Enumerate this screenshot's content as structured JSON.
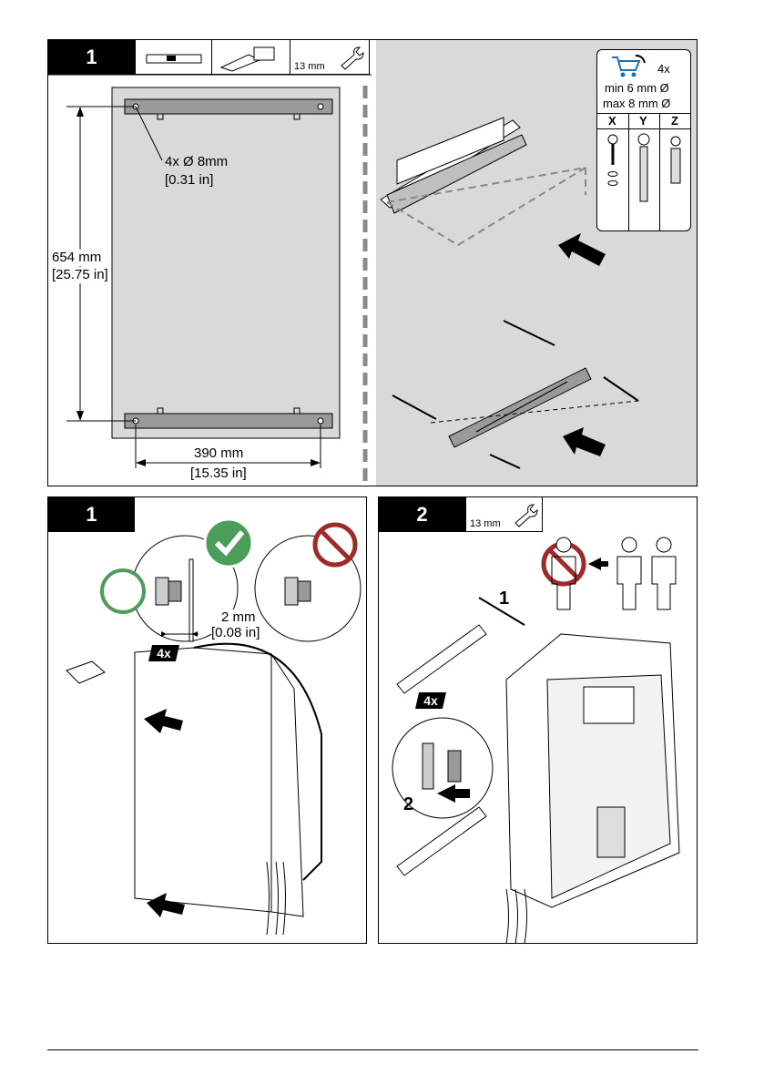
{
  "panel_a": {
    "step": "1",
    "wrench_size": "13 mm",
    "hole_spec_line1": "4x Ø 8mm",
    "hole_spec_line2": "[0.31 in]",
    "vertical_dim_mm": "654 mm",
    "vertical_dim_in": "[25.75 in]",
    "horizontal_dim_mm": "390 mm",
    "horizontal_dim_in": "[15.35 in]",
    "hardware": {
      "quantity": "4x",
      "min": "min 6 mm Ø",
      "max": "max 8 mm Ø",
      "columns": [
        "X",
        "Y",
        "Z"
      ]
    }
  },
  "panel_b": {
    "step": "1",
    "gap_mm": "2 mm",
    "gap_in": "[0.08 in]",
    "count": "4x"
  },
  "panel_c": {
    "step": "2",
    "wrench_size": "13 mm",
    "count": "4x",
    "sub_step_1": "1",
    "sub_step_2": "2"
  }
}
